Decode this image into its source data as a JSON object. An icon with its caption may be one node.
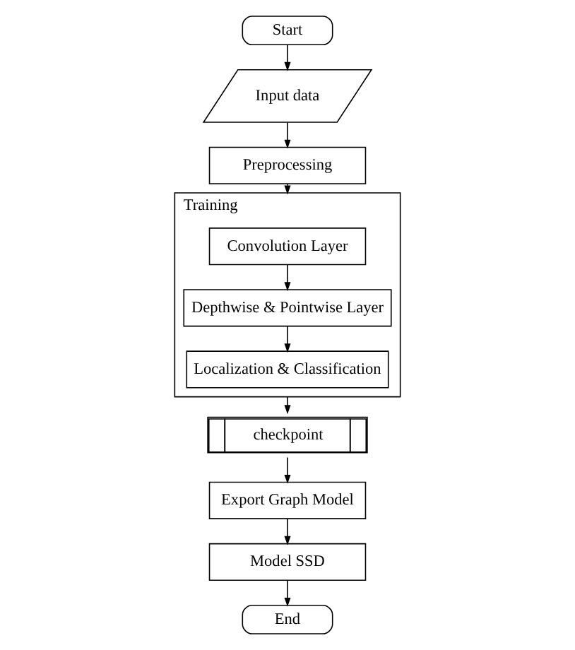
{
  "diagram": {
    "nodes": [
      {
        "text": [
          "Start"
        ]
      },
      {
        "text": [
          "Input data"
        ]
      },
      {
        "text": [
          "Preprocessing"
        ]
      },
      {
        "text": [
          "Training"
        ]
      },
      {
        "text": [
          "Convolution Layer"
        ],
        "in": 3
      },
      {
        "text": [
          "Depthwise & Pointwise Layer"
        ],
        "in": 3
      },
      {
        "text": [
          "Localization & Classification"
        ],
        "in": 3
      },
      {
        "text": [
          "checkpoint"
        ]
      },
      {
        "text": [
          "Export Graph Model"
        ]
      },
      {
        "text": [
          "Model SSD"
        ]
      },
      {
        "text": [
          "End"
        ]
      }
    ],
    "edges": [
      {
        "from": 0,
        "to": 1,
        "arrow": "to"
      },
      {
        "from": 1,
        "to": 2,
        "arrow": "to"
      },
      {
        "from": 2,
        "to": 3,
        "arrow": "to"
      },
      {
        "from": 4,
        "to": 5,
        "arrow": "to"
      },
      {
        "from": 5,
        "to": 6,
        "arrow": "to"
      },
      {
        "from": 3,
        "to": 7,
        "arrow": "to"
      },
      {
        "from": 7,
        "to": 8,
        "arrow": "to"
      },
      {
        "from": 8,
        "to": 9,
        "arrow": "to"
      },
      {
        "from": 9,
        "to": 10,
        "arrow": "to"
      }
    ]
  }
}
